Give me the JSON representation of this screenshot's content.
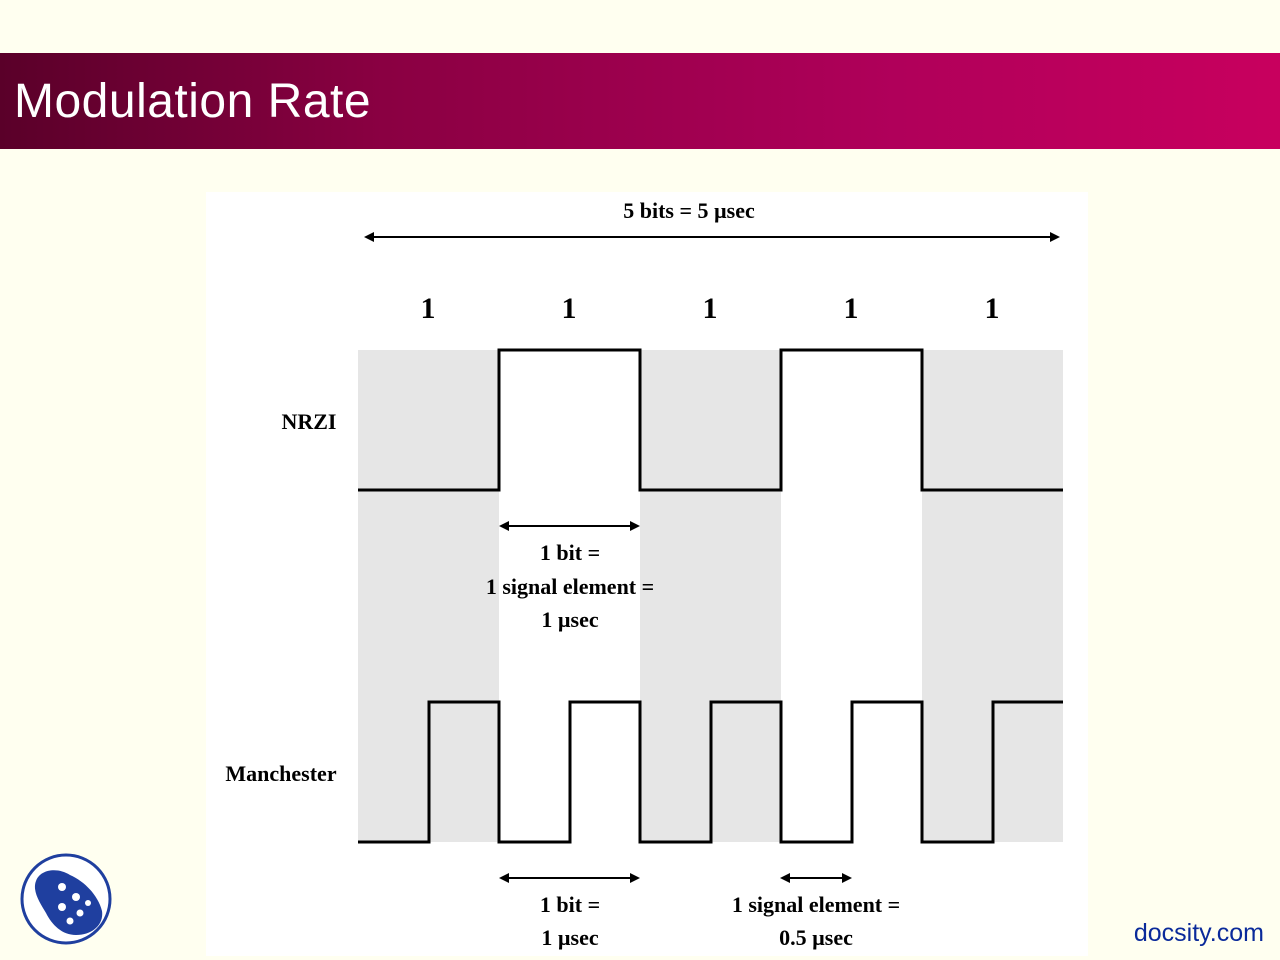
{
  "title": "Modulation Rate",
  "diagram": {
    "top_label": "5 bits = 5 µsec",
    "bit_values": [
      "1",
      "1",
      "1",
      "1",
      "1"
    ],
    "nrzi_label": "NRZI",
    "manchester_label": "Manchester",
    "middle_annotation": [
      "1 bit =",
      "1 signal element =",
      "1 µsec"
    ],
    "bottom_left_annotation": [
      "1 bit =",
      "1 µsec"
    ],
    "bottom_right_annotation": [
      "1 signal element =",
      "0.5 µsec"
    ]
  },
  "footer": {
    "brand": "docsity.com",
    "logo_icon": "docsity-logo-icon"
  },
  "colors": {
    "title_bar_start": "#5a0029",
    "title_bar_end": "#c8005e",
    "background": "#fffff0",
    "shade": "#e6e6e6",
    "brand": "#0a2a9a"
  }
}
